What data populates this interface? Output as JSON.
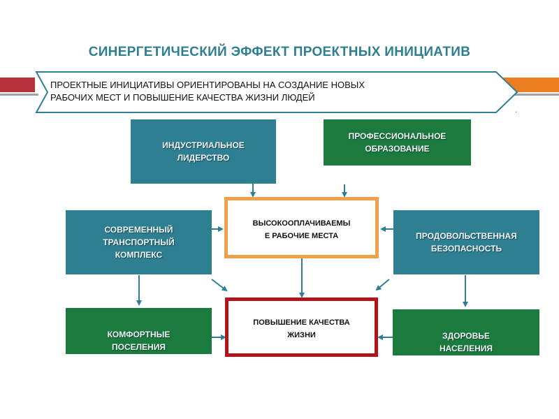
{
  "title": "СИНЕРГЕТИЧЕСКИЙ ЭФФЕКТ ПРОЕКТНЫХ ИНИЦИАТИВ",
  "banner": {
    "line1": "ПРОЕКТНЫЕ ИНИЦИАТИВЫ ОРИЕНТИРОВАНЫ НА СОЗДАНИЕ НОВЫХ",
    "line2": "РАБОЧИХ МЕСТ И ПОВЫШЕНИЕ КАЧЕСТВА ЖИЗНИ ЛЮДЕЙ",
    "dot": "."
  },
  "boxes": {
    "industrial": {
      "line1": "ИНДУСТРИАЛЬНОЕ",
      "line2": "ЛИДЕРСТВО"
    },
    "education": {
      "line1": "ПРОФЕССИОНАЛЬНОЕ",
      "line2": "ОБРАЗОВАНИЕ"
    },
    "jobs": {
      "line1": "ВЫСОКООПЛАЧИВАЕМЫ",
      "line2": "Е РАБОЧИЕ МЕСТА"
    },
    "transport": {
      "line1": "СОВРЕМЕННЫЙ",
      "line2": "ТРАНСПОРТНЫЙ",
      "line3": "КОМПЛЕКС"
    },
    "food": {
      "line1": "ПРОДОВОЛЬСТВЕННАЯ",
      "line2": "БЕЗОПАСНОСТЬ"
    },
    "quality": {
      "line1": "ПОВЫШЕНИЕ КАЧЕСТВА",
      "line2": "ЖИЗНИ"
    },
    "settlements": {
      "line1": "КОМФОРТНЫЕ",
      "line2": "ПОСЕЛЕНИЯ"
    },
    "health": {
      "line1": "ЗДОРОВЬЕ",
      "line2": "НАСЕЛЕНИЯ"
    }
  },
  "colors": {
    "teal": "#2e7f92",
    "green": "#1b7a3e",
    "orange": "#f0a04b",
    "red": "#b3141b",
    "arrow": "#2e7f92"
  }
}
